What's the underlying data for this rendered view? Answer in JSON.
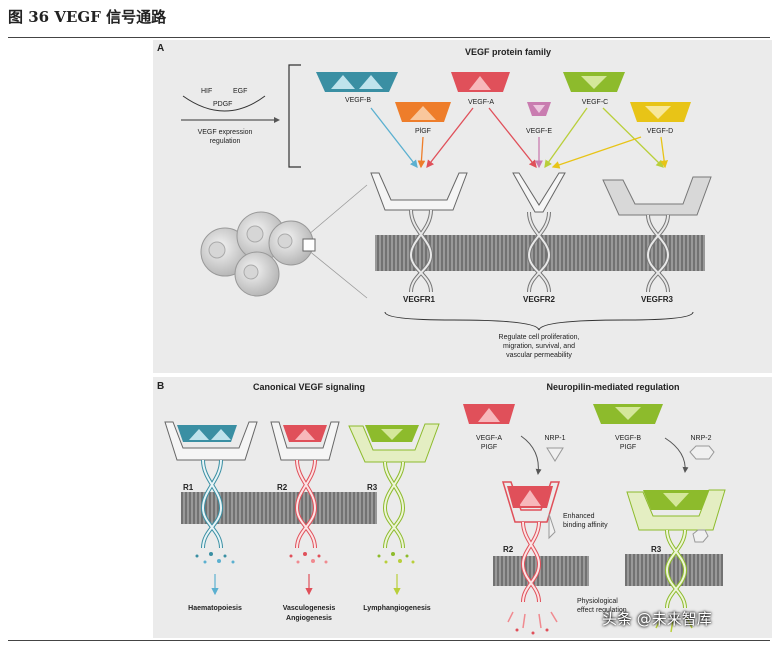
{
  "page_title": "图 36 VEGF 信号通路",
  "colors": {
    "vegf_b": "#3a8fa3",
    "vegf_a": "#e0505a",
    "pigf": "#ee7d2a",
    "vegf_e": "#c97cb0",
    "vegf_c": "#8dbb2c",
    "vegf_d": "#e8c417",
    "membrane": "#555555",
    "panel_bg": "#ebebeb"
  },
  "panel_a": {
    "letter": "A",
    "title": "VEGF protein family",
    "regulation": {
      "hif": "HIF",
      "egf": "EGF",
      "pdgf": "PDGF",
      "line1": "VEGF expression",
      "line2": "regulation"
    },
    "ligands": {
      "vegf_b": "VEGF-B",
      "vegf_a": "VEGF-A",
      "vegf_c": "VEGF-C",
      "pigf": "PlGF",
      "vegf_e": "VEGF-E",
      "vegf_d": "VEGF-D"
    },
    "receptors": [
      "VEGFR1",
      "VEGFR2",
      "VEGFR3"
    ],
    "outcome": [
      "Regulate cell proliferation,",
      "migration, survival, and",
      "vascular permeability"
    ]
  },
  "panel_b": {
    "letter": "B",
    "canonical_title": "Canonical VEGF signaling",
    "neuropilin_title": "Neuropilin-mediated regulation",
    "receptors": [
      "R1",
      "R2",
      "R3"
    ],
    "outcomes": {
      "r1": [
        "Haematopoiesis"
      ],
      "r2": [
        "Vasculogenesis",
        "Angiogenesis"
      ],
      "r3": [
        "Lymphangiogenesis"
      ]
    },
    "np_left": {
      "ligand1": "VEGF-A",
      "ligand2": "PIGF",
      "nrp": "NRP-1",
      "enhanced1": "Enhanced",
      "enhanced2": "binding affinity",
      "receptor": "R2",
      "effect1": "Physiological",
      "effect2": "effect regulation"
    },
    "np_right": {
      "ligand1": "VEGF-B",
      "ligand2": "PIGF",
      "nrp": "NRP-2",
      "receptor": "R3"
    }
  },
  "watermark": "头条 @未来智库"
}
